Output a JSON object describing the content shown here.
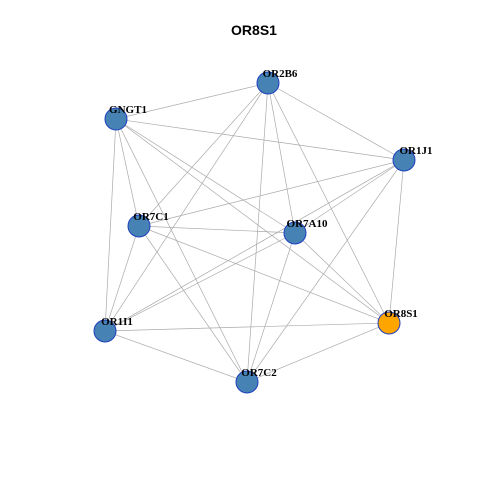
{
  "title": "OR8S1",
  "colors": {
    "default_node": "#4682b4",
    "highlight_node": "#ffa500",
    "node_border": "#1f3fbf",
    "edge": "#aaaaaa"
  },
  "nodes": [
    {
      "id": "OR2B6",
      "label": "OR2B6",
      "highlight": false
    },
    {
      "id": "GNGT1",
      "label": "GNGT1",
      "highlight": false
    },
    {
      "id": "OR1J1",
      "label": "OR1J1",
      "highlight": false
    },
    {
      "id": "OR7C1",
      "label": "OR7C1",
      "highlight": false
    },
    {
      "id": "OR7A10",
      "label": "OR7A10",
      "highlight": false
    },
    {
      "id": "OR1I1",
      "label": "OR1I1",
      "highlight": false
    },
    {
      "id": "OR8S1",
      "label": "OR8S1",
      "highlight": true
    },
    {
      "id": "OR7C2",
      "label": "OR7C2",
      "highlight": false
    }
  ],
  "edges": [
    [
      "OR2B6",
      "GNGT1"
    ],
    [
      "OR2B6",
      "OR1J1"
    ],
    [
      "OR2B6",
      "OR7C1"
    ],
    [
      "OR2B6",
      "OR7A10"
    ],
    [
      "OR2B6",
      "OR1I1"
    ],
    [
      "OR2B6",
      "OR8S1"
    ],
    [
      "OR2B6",
      "OR7C2"
    ],
    [
      "GNGT1",
      "OR1J1"
    ],
    [
      "GNGT1",
      "OR7A10"
    ],
    [
      "GNGT1",
      "OR1I1"
    ],
    [
      "GNGT1",
      "OR8S1"
    ],
    [
      "GNGT1",
      "OR7C2"
    ],
    [
      "GNGT1",
      "OR7C1"
    ],
    [
      "OR1J1",
      "OR7C1"
    ],
    [
      "OR1J1",
      "OR7A10"
    ],
    [
      "OR1J1",
      "OR1I1"
    ],
    [
      "OR1J1",
      "OR8S1"
    ],
    [
      "OR1J1",
      "OR7C2"
    ],
    [
      "OR7C1",
      "OR7A10"
    ],
    [
      "OR7C1",
      "OR1I1"
    ],
    [
      "OR7C1",
      "OR8S1"
    ],
    [
      "OR7C1",
      "OR7C2"
    ],
    [
      "OR7A10",
      "OR1I1"
    ],
    [
      "OR7A10",
      "OR8S1"
    ],
    [
      "OR7A10",
      "OR7C2"
    ],
    [
      "OR1I1",
      "OR8S1"
    ],
    [
      "OR1I1",
      "OR7C2"
    ],
    [
      "OR8S1",
      "OR7C2"
    ]
  ]
}
